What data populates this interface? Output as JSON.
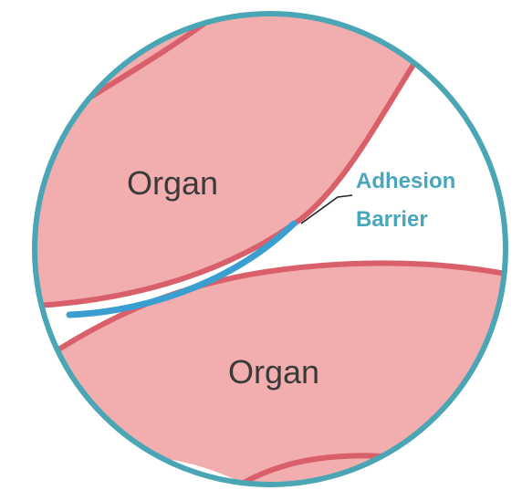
{
  "labels": {
    "organ_top": "Organ",
    "organ_bottom": "Organ",
    "barrier_line1": "Adhesion",
    "barrier_line2": "Barrier"
  },
  "colors": {
    "organ_fill": "#f2aeae",
    "organ_outline": "#d9606a",
    "circle_outline": "#4aa6b4",
    "barrier": "#3a9fd0",
    "barrier_text": "#4aa6bd",
    "organ_text": "#3a3a3a",
    "leader_line": "#222222"
  }
}
